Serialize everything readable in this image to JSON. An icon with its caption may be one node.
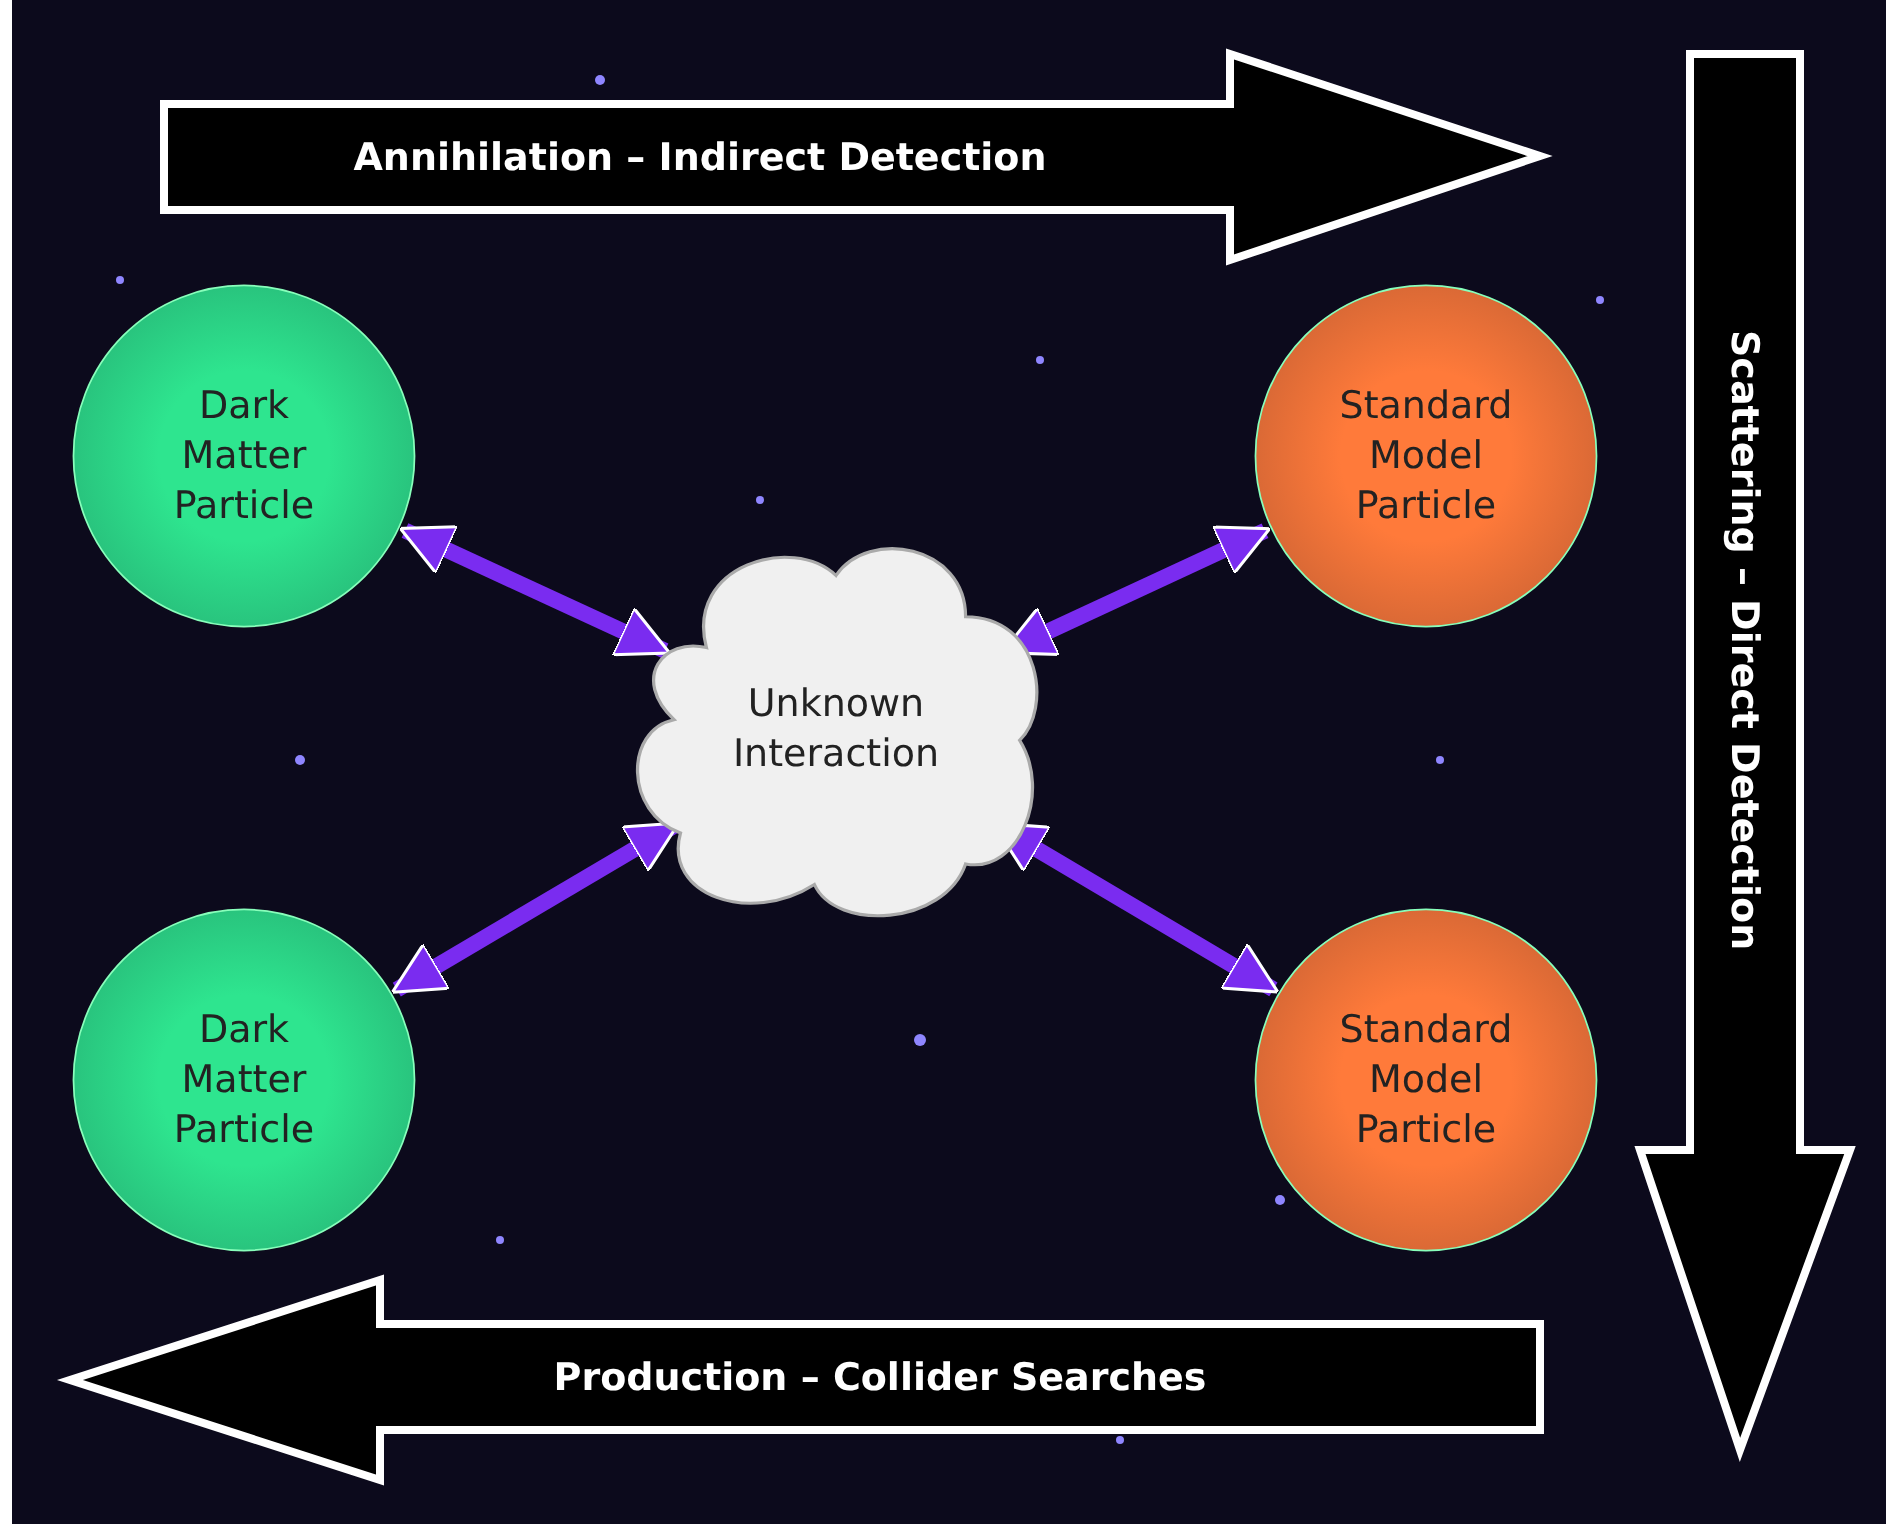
{
  "diagram": {
    "nodes": [
      {
        "text": [
          "Dark Matter Particle"
        ]
      },
      {
        "text": [
          "Standard Model Particle"
        ]
      },
      {
        "text": [
          "Unknown Interaction"
        ]
      },
      {
        "text": [
          "Dark Matter Particle"
        ]
      },
      {
        "text": [
          "Standard Model Particle"
        ]
      }
    ],
    "edges": [
      {
        "from": 0,
        "to": 2,
        "arrow": "both"
      },
      {
        "from": 1,
        "to": 2,
        "arrow": "both"
      },
      {
        "from": 3,
        "to": 2,
        "arrow": "both"
      },
      {
        "from": 4,
        "to": 2,
        "arrow": "both"
      }
    ],
    "labels": [
      "Annihilation – Indirect Detection",
      "Scattering – Direct Detection",
      "Production – Collider Searches"
    ]
  }
}
